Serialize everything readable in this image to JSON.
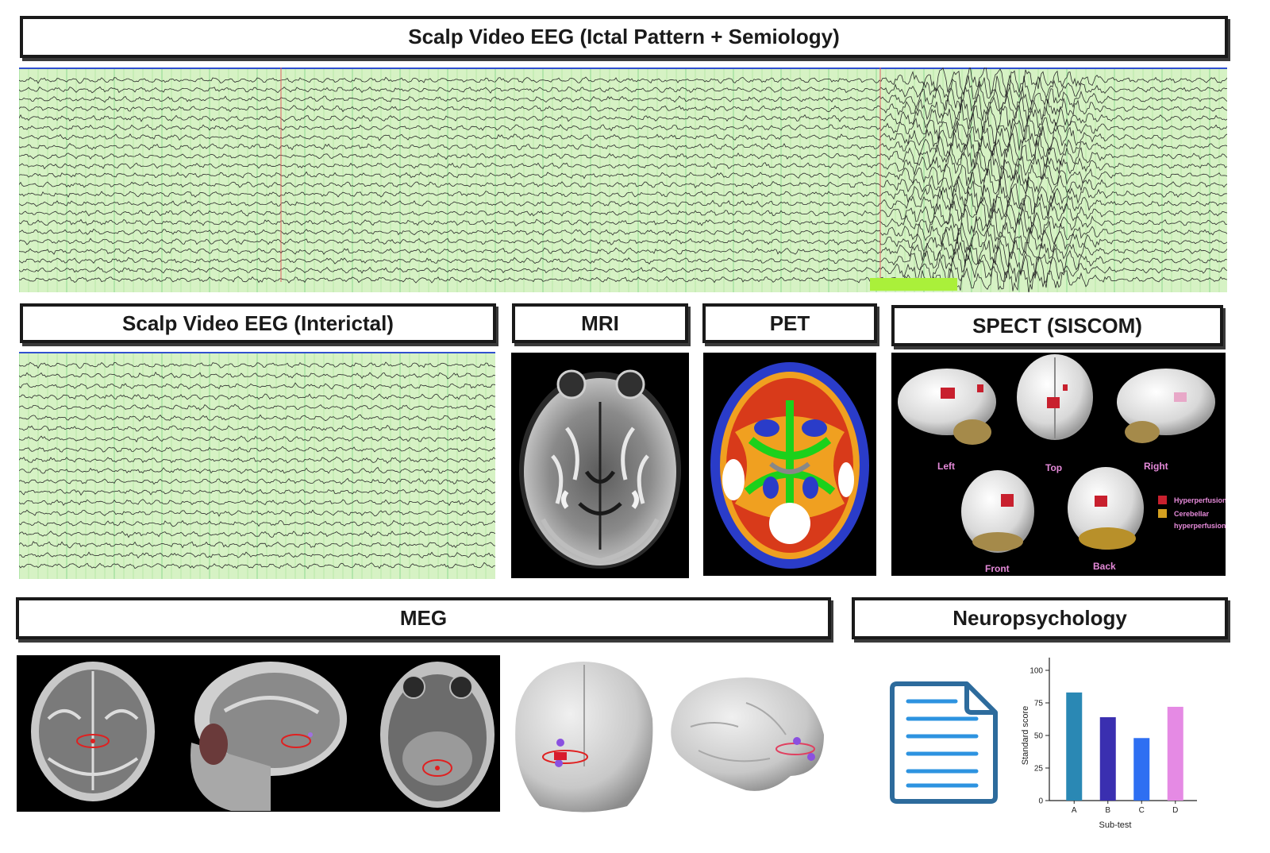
{
  "headers": {
    "ictal": "Scalp Video EEG (Ictal Pattern + Semiology)",
    "interictal": "Scalp Video EEG (Interictal)",
    "mri": "MRI",
    "pet": "PET",
    "spect": "SPECT (SISCOM)",
    "meg": "MEG",
    "neuro": "Neuropsychology"
  },
  "spect": {
    "views": [
      "Left",
      "Top",
      "Right",
      "Front",
      "Back"
    ],
    "legend": [
      "Hyperperfusion",
      "Cerebellar",
      "hyperperfusion"
    ],
    "colors": {
      "hyper": "#c8202e",
      "cerebellar": "#d4a020",
      "label": "#e58ad9"
    }
  },
  "chart_data": {
    "type": "bar",
    "categories": [
      "A",
      "B",
      "C",
      "D"
    ],
    "values": [
      83,
      64,
      48,
      72
    ],
    "ylabel": "Standard score",
    "xlabel": "Sub-test",
    "ylim": [
      0,
      100
    ],
    "yticks": [
      0,
      25,
      50,
      75,
      100
    ],
    "colors": [
      "#2a88b4",
      "#3a2fb0",
      "#2e6ff2",
      "#e58ae4"
    ]
  }
}
